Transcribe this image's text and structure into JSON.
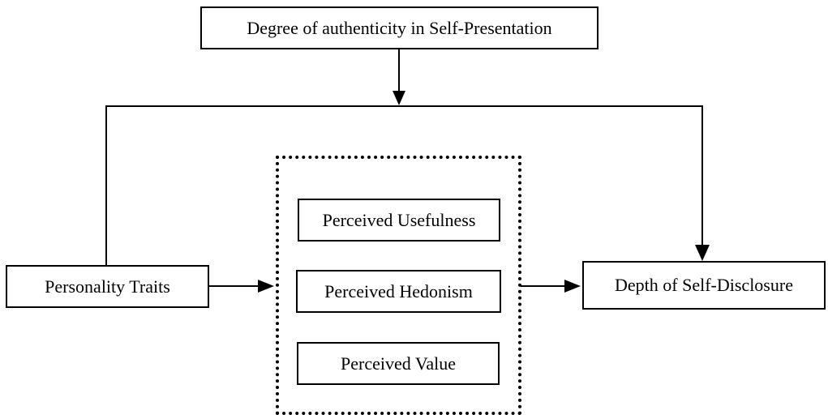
{
  "nodes": {
    "authenticity": "Degree of authenticity in Self-Presentation",
    "personality": "Personality Traits",
    "usefulness": "Perceived Usefulness",
    "hedonism": "Perceived Hedonism",
    "value": "Perceived Value",
    "disclosure": "Depth of Self-Disclosure"
  },
  "edges": [
    {
      "from": "authenticity",
      "to": "moderation-line"
    },
    {
      "from": "personality",
      "to": "perceptions-group"
    },
    {
      "from": "perceptions-group",
      "to": "disclosure"
    },
    {
      "from": "personality",
      "to": "disclosure",
      "route": "over-top"
    }
  ],
  "colors": {
    "stroke": "#000000",
    "background": "#ffffff"
  }
}
